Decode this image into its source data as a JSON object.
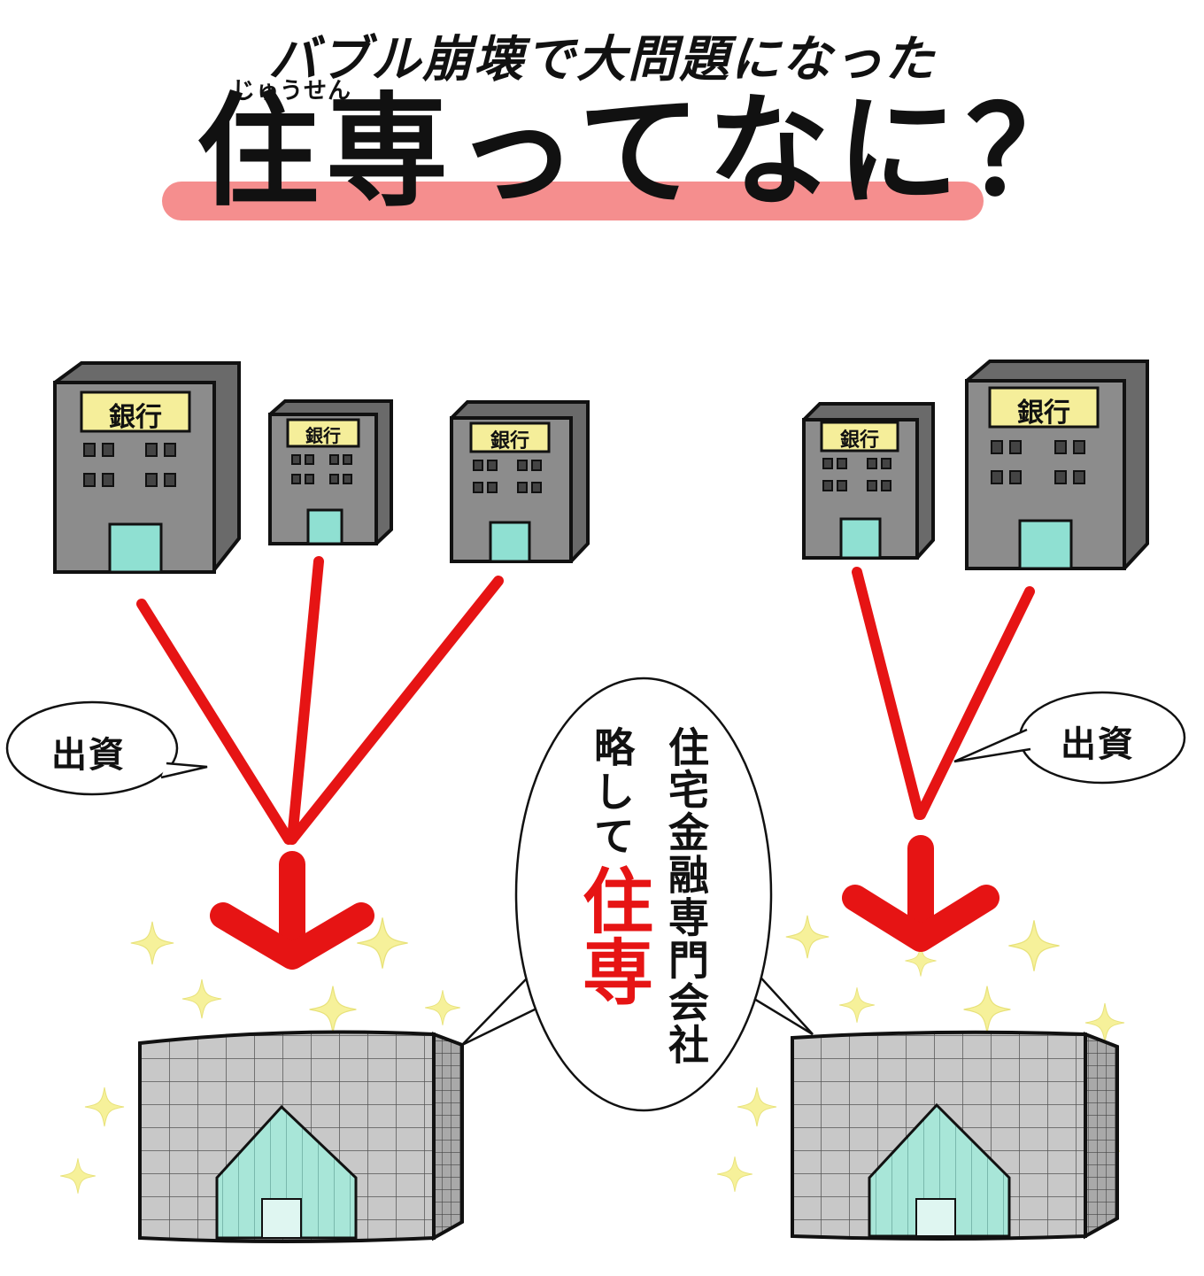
{
  "header": {
    "subtitle": "バブル崩壊で大問題になった",
    "ruby": "じゅうせん",
    "title_main": "住専",
    "title_rest": "ってなに？"
  },
  "banks": {
    "label": "銀行"
  },
  "bubbles": {
    "left": "出資",
    "right": "出資",
    "center_line1": "住宅金融専門会社",
    "center_line2": "略して",
    "center_emphasis": "住専"
  },
  "colors": {
    "arrow": "#e61414",
    "title_highlight": "#f58e8e",
    "bank_body": "#8c8c8c",
    "bank_side": "#6a6a6a",
    "bank_sign": "#f5ee9a",
    "door": "#8fe0d2",
    "sparkle": "#f6f19a"
  }
}
